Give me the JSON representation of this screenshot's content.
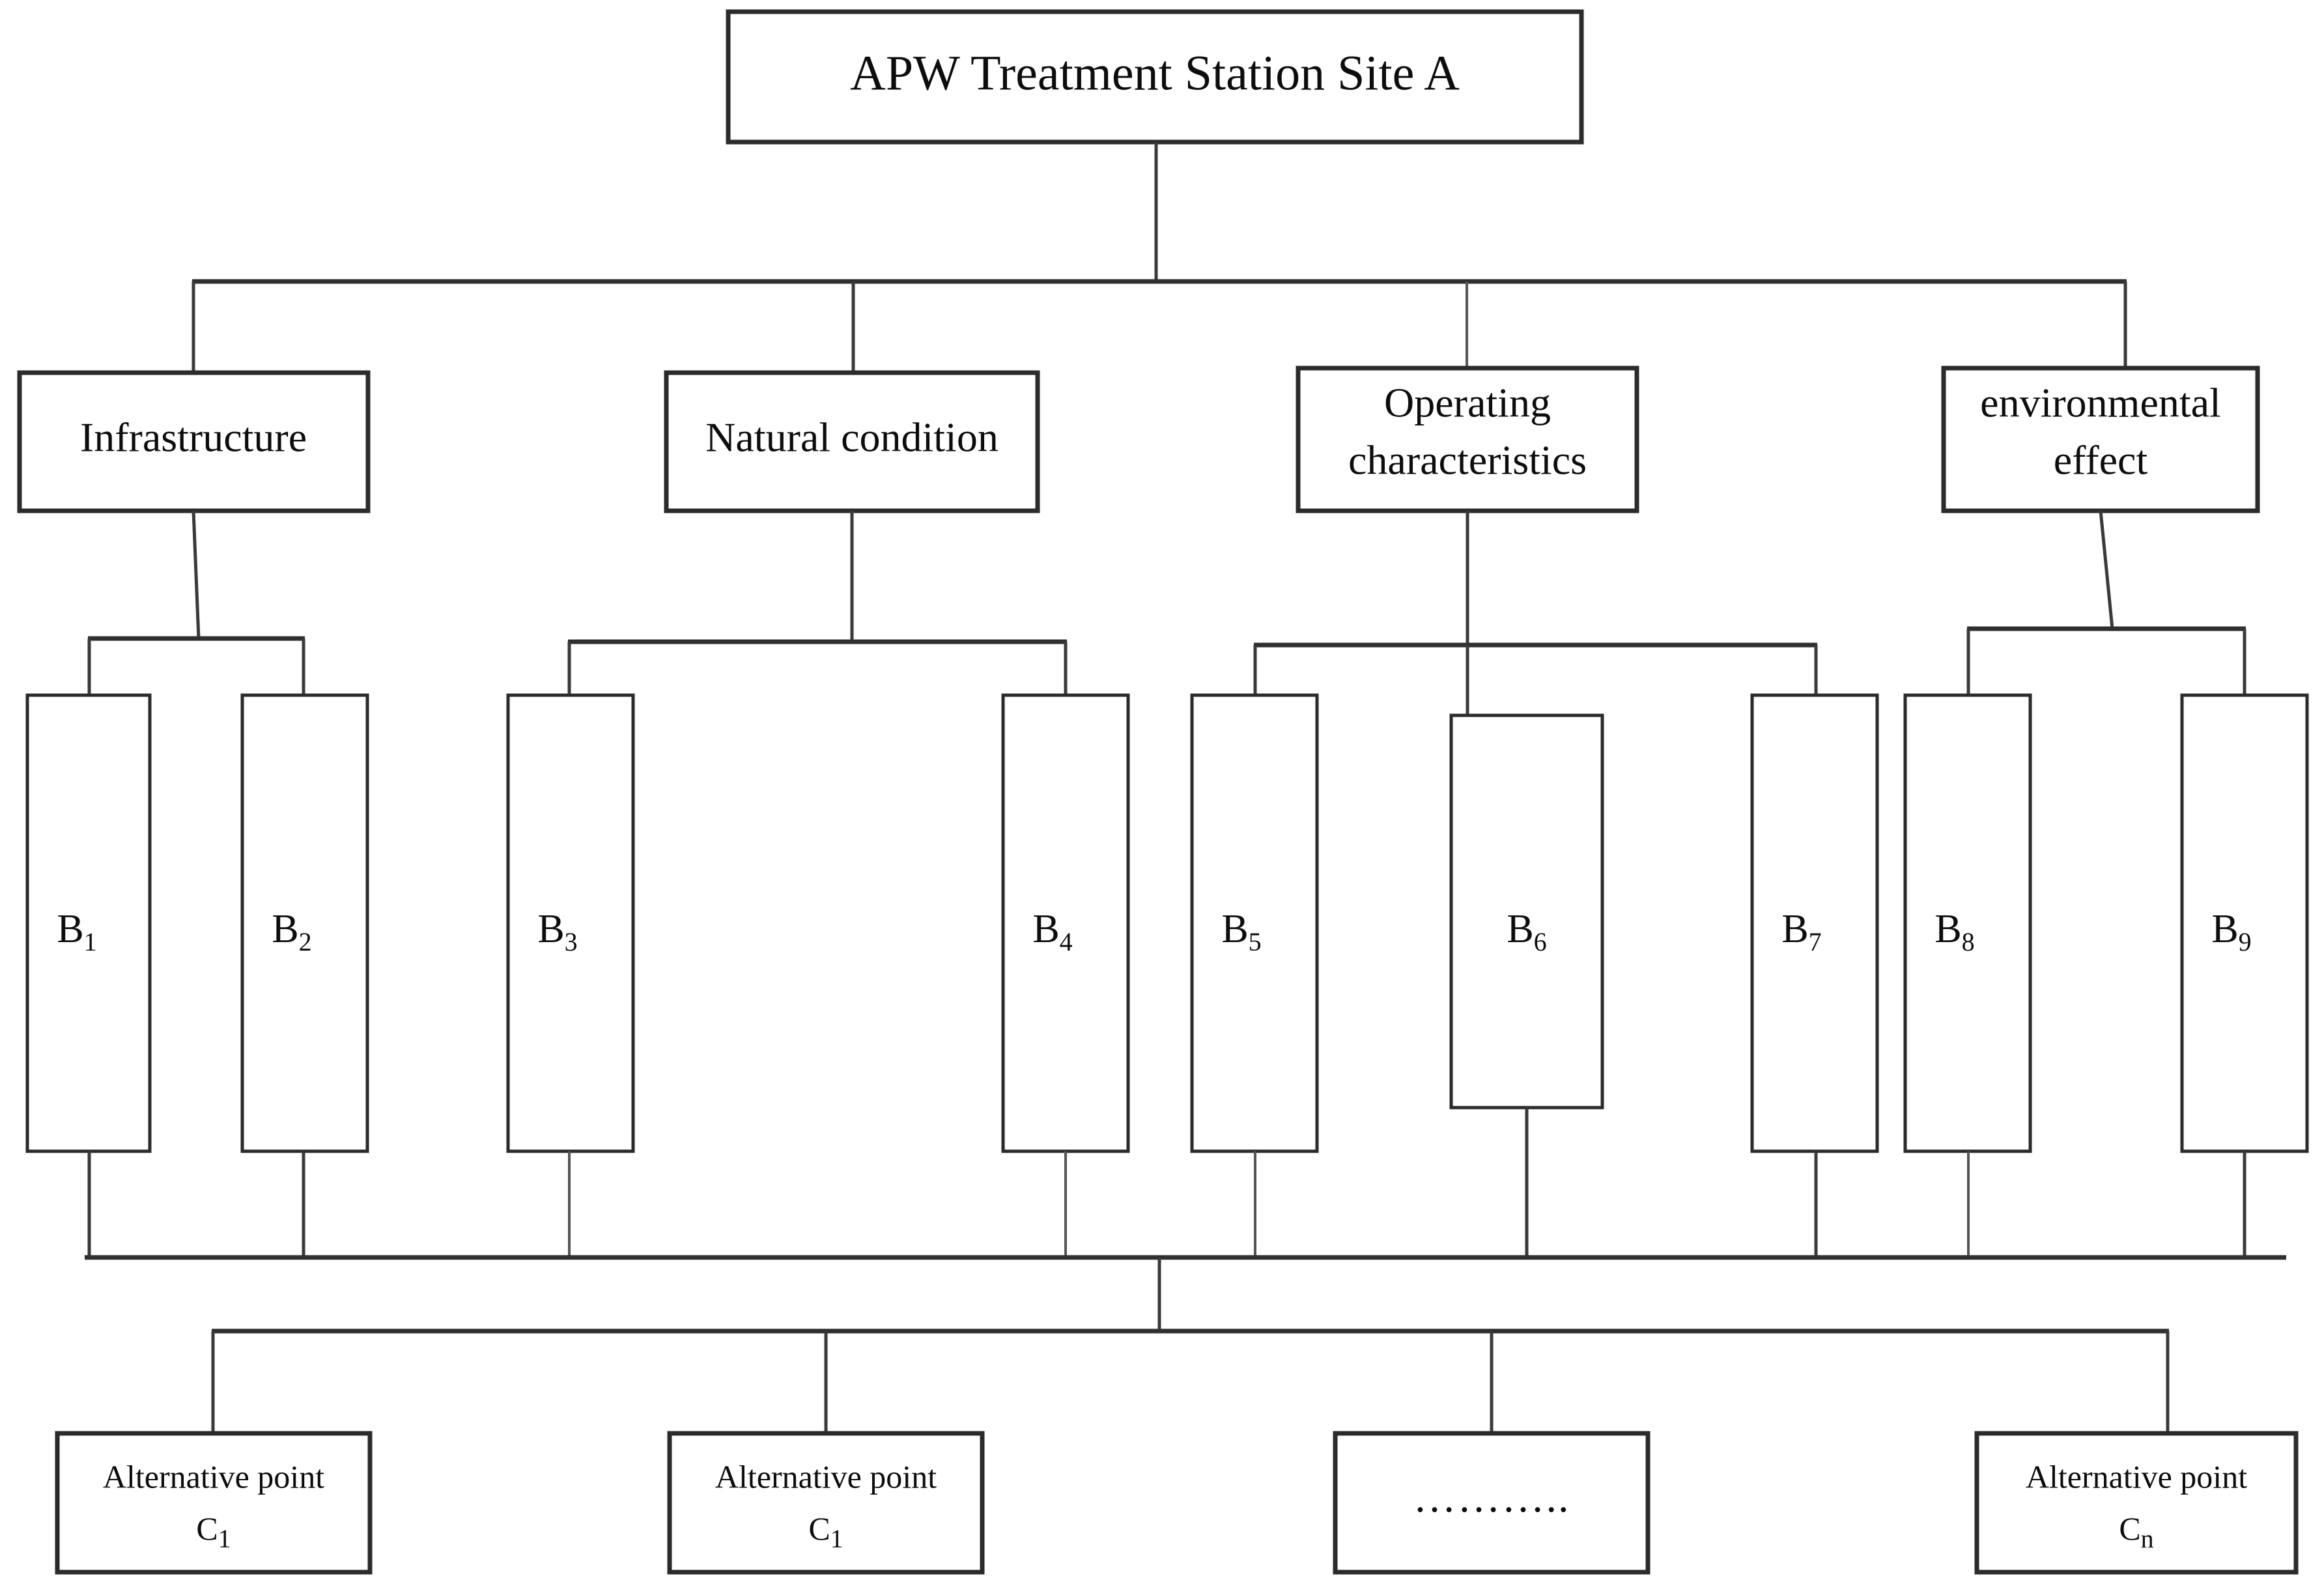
{
  "diagram": {
    "title": "APW Treatment Station Site A hierarchy",
    "root": {
      "label": "APW Treatment Station Site A"
    },
    "criteria": [
      {
        "id": "infrastructure",
        "label": "Infrastructure",
        "line2": ""
      },
      {
        "id": "natural-condition",
        "label": "Natural  condition",
        "line2": ""
      },
      {
        "id": "operating-characteristics",
        "label": "Operating",
        "line2": "characteristics"
      },
      {
        "id": "environmental-effect",
        "label": "environmental",
        "line2": "effect"
      }
    ],
    "subcriteria": [
      {
        "id": "b1",
        "base": "B",
        "sub": "1"
      },
      {
        "id": "b2",
        "base": "B",
        "sub": "2"
      },
      {
        "id": "b3",
        "base": "B",
        "sub": "3"
      },
      {
        "id": "b4",
        "base": "B",
        "sub": "4"
      },
      {
        "id": "b5",
        "base": "B",
        "sub": "5"
      },
      {
        "id": "b6",
        "base": "B",
        "sub": "6"
      },
      {
        "id": "b7",
        "base": "B",
        "sub": "7"
      },
      {
        "id": "b8",
        "base": "B",
        "sub": "8"
      },
      {
        "id": "b9",
        "base": "B",
        "sub": "9"
      }
    ],
    "alternatives": [
      {
        "id": "alt-1",
        "line1": "Alternative point",
        "line2": "C",
        "sub": "1",
        "is_ellipsis": false,
        "ellipsis": ""
      },
      {
        "id": "alt-2",
        "line1": "Alternative point",
        "line2": "C",
        "sub": "1",
        "is_ellipsis": false,
        "ellipsis": ""
      },
      {
        "id": "alt-ellipsis",
        "line1": "",
        "line2": "",
        "sub": "",
        "is_ellipsis": true,
        "ellipsis": "……….."
      },
      {
        "id": "alt-n",
        "line1": "Alternative  point",
        "line2": "C",
        "sub": "n",
        "is_ellipsis": false,
        "ellipsis": ""
      }
    ],
    "colors": {
      "box_stroke": "#2b2b2b",
      "connector": "#3a3a3a",
      "background": "#ffffff",
      "text": "#0d0d0d"
    }
  }
}
